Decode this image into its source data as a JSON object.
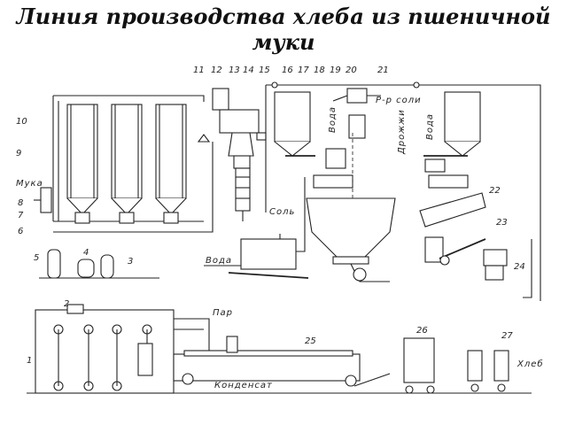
{
  "title": {
    "line1": "Линия производства хлеба из пшеничной",
    "line2": "муки"
  },
  "labels": {
    "flour": "Мука",
    "salt": "Соль",
    "water": "Вода",
    "water_v": "Вода",
    "salt_solution": "Р-р соли",
    "yeast": "Дрожжи",
    "water2": "Вода",
    "steam": "Пар",
    "condensate": "Конденсат",
    "bread": "Хлеб"
  },
  "numbers": [
    "1",
    "2",
    "3",
    "4",
    "5",
    "6",
    "7",
    "8",
    "9",
    "10",
    "11",
    "12",
    "13",
    "14",
    "15",
    "16",
    "17",
    "18",
    "19",
    "20",
    "21",
    "22",
    "23",
    "24",
    "25",
    "26",
    "27"
  ]
}
